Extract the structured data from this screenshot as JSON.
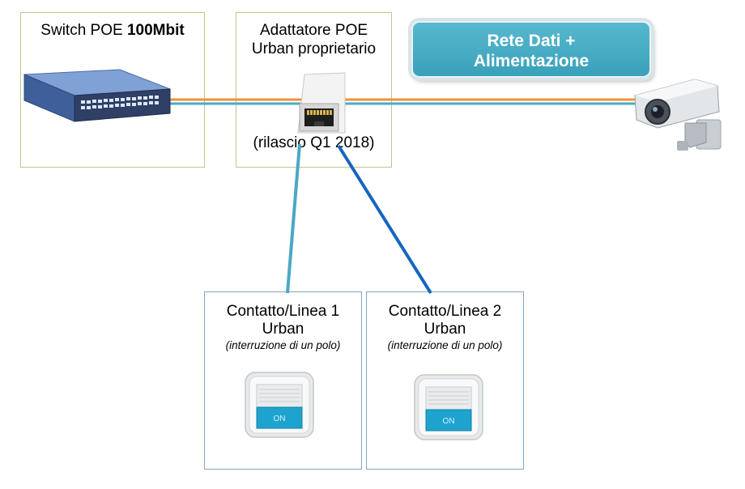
{
  "switch_box": {
    "title_prefix": "Switch POE ",
    "title_bold": "100Mbit"
  },
  "adapter_box": {
    "title_line1": "Adattatore POE",
    "title_line2": "Urban proprietario",
    "release": "(rilascio Q1 2018)"
  },
  "banner": {
    "line1": "Rete Dati +",
    "line2": "Alimentazione"
  },
  "contact1": {
    "title_line1": "Contatto/Linea 1",
    "title_line2": "Urban",
    "note": "(interruzione  di un polo)",
    "toggle_label": "ON"
  },
  "contact2": {
    "title_line1": "Contatto/Linea 2",
    "title_line2": "Urban",
    "note": "(interruzione  di un polo)",
    "toggle_label": "ON"
  },
  "colors": {
    "cable_orange": "#f0913a",
    "cable_teal": "#4aa8c4",
    "cable_blue": "#1565c0",
    "banner": "#45aac3",
    "toggle_on": "#1ea3cf"
  }
}
